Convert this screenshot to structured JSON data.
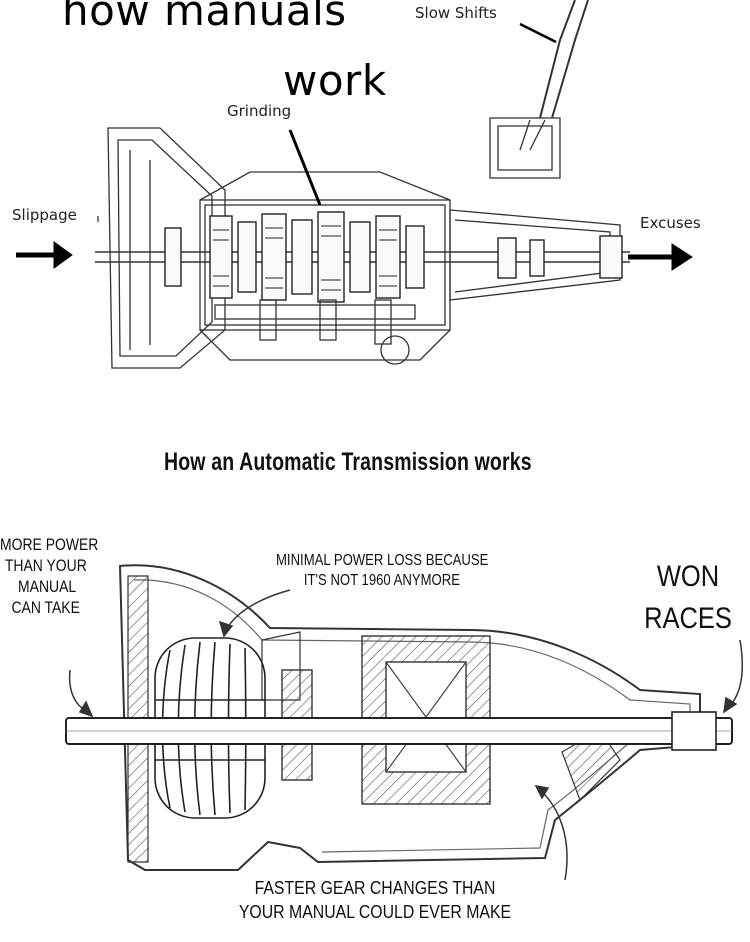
{
  "manual": {
    "title_line1": "how manuals",
    "title_line2": "work",
    "labels": {
      "slow_shifts": "Slow Shifts",
      "grinding": "Grinding",
      "slippage": "Slippage",
      "excuses": "Excuses"
    }
  },
  "automatic": {
    "title": "How an Automatic Transmission works",
    "labels": {
      "more_power": [
        "MORE POWER",
        "THAN YOUR",
        "MANUAL",
        "CAN TAKE"
      ],
      "minimal_loss": [
        "MINIMAL POWER LOSS BECAUSE",
        "IT'S NOT 1960 ANYMORE"
      ],
      "won_races": [
        "WON",
        "RACES"
      ],
      "faster_gears": [
        "FASTER GEAR CHANGES THAN",
        "YOUR MANUAL COULD EVER MAKE"
      ]
    }
  }
}
